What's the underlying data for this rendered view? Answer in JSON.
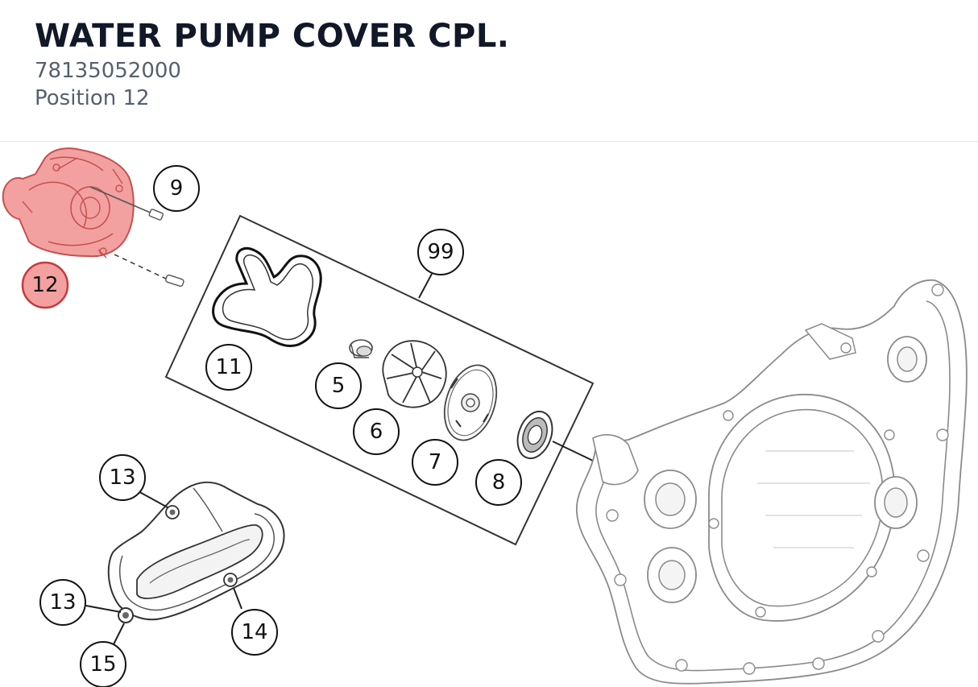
{
  "header": {
    "title": "WATER PUMP COVER CPL.",
    "part_number": "78135052000",
    "position": "Position 12"
  },
  "highlight_color": "#f3a0a0",
  "callouts": {
    "c9": "9",
    "c12": "12",
    "c99": "99",
    "c11": "11",
    "c5": "5",
    "c6": "6",
    "c7": "7",
    "c8": "8",
    "c13a": "13",
    "c13b": "13",
    "c14": "14",
    "c15": "15"
  }
}
